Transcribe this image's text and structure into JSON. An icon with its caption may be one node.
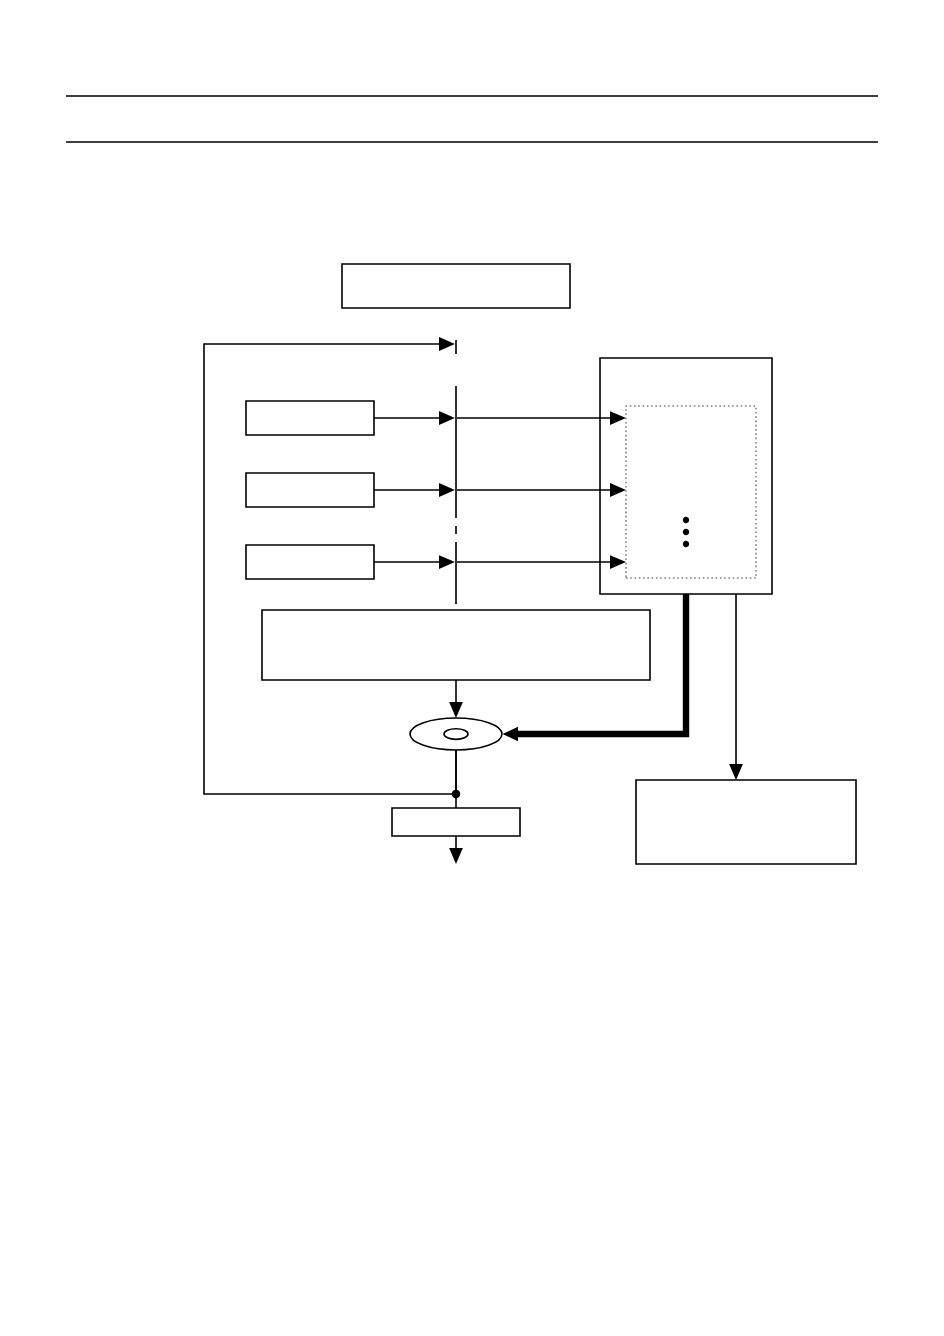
{
  "diagram": {
    "nodes": [
      {
        "text": [],
        "shape": "box"
      },
      {
        "text": [],
        "shape": "bar"
      },
      {
        "text": [],
        "shape": "box"
      },
      {
        "text": [],
        "shape": "box"
      },
      {
        "text": [],
        "shape": "box"
      },
      {
        "text": [],
        "shape": "box"
      },
      {
        "text": [],
        "shape": "box",
        "in": 5
      },
      {
        "text": [],
        "shape": "box"
      },
      {
        "text": [],
        "shape": "disc"
      },
      {
        "text": [],
        "shape": "box"
      },
      {
        "text": [],
        "shape": "box"
      }
    ],
    "edges": [
      {
        "from": 8,
        "to": 1,
        "arrow": "to"
      },
      {
        "from": 2,
        "to": 1,
        "arrow": "to"
      },
      {
        "from": 3,
        "to": 1,
        "arrow": "to"
      },
      {
        "from": 4,
        "to": 1,
        "arrow": "to"
      },
      {
        "from": 1,
        "to": 6,
        "arrow": "to"
      },
      {
        "from": 1,
        "to": 6,
        "arrow": "to"
      },
      {
        "from": 1,
        "to": 6,
        "arrow": "to"
      },
      {
        "from": 7,
        "to": 8,
        "arrow": "to"
      },
      {
        "from": 5,
        "to": 8,
        "arrow": "to",
        "style": "thick"
      },
      {
        "from": 5,
        "to": 10,
        "arrow": "to"
      },
      {
        "from": 8,
        "to": 9,
        "arrow": "none"
      },
      {
        "from": 9,
        "to": null,
        "arrow": "to"
      }
    ]
  }
}
